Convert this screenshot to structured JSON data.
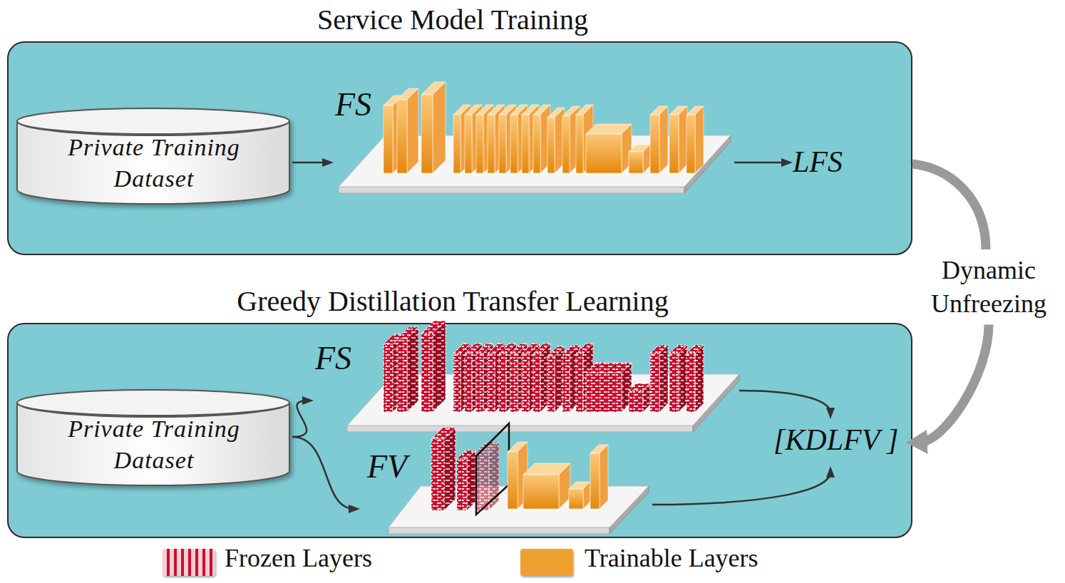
{
  "diagram": {
    "nodes": [
      {
        "text": [
          "Service Model Training"
        ]
      },
      {
        "text": [
          "Private Training Dataset"
        ],
        "in": 0
      },
      {
        "text": [
          "FS"
        ],
        "in": 0
      },
      {
        "text": [
          "LFS"
        ],
        "in": 0
      },
      {
        "text": [
          "Greedy Distillation Transfer Learning"
        ]
      },
      {
        "text": [
          "Private Training Dataset"
        ],
        "in": 4
      },
      {
        "text": [
          "FS"
        ],
        "in": 4
      },
      {
        "text": [
          "FV"
        ],
        "in": 4
      },
      {
        "text": [
          "[KDLFV ]"
        ],
        "in": 4
      }
    ],
    "edges": [
      {
        "from": 1,
        "to": 2,
        "arrow": "to"
      },
      {
        "from": 2,
        "to": 3,
        "arrow": "to"
      },
      {
        "from": 5,
        "to": 6,
        "arrow": "to"
      },
      {
        "from": 5,
        "to": 7,
        "arrow": "to"
      },
      {
        "from": 6,
        "to": 8,
        "arrow": "to"
      },
      {
        "from": 7,
        "to": 8,
        "arrow": "to"
      },
      {
        "from": 0,
        "to": 8,
        "label": "Dynamic Unfreezing",
        "arrow": "to"
      }
    ],
    "legend": [
      {
        "text": "Frozen Layers",
        "color": "#c8102e"
      },
      {
        "text": "Trainable Layers",
        "color": "#f0a030"
      }
    ]
  }
}
